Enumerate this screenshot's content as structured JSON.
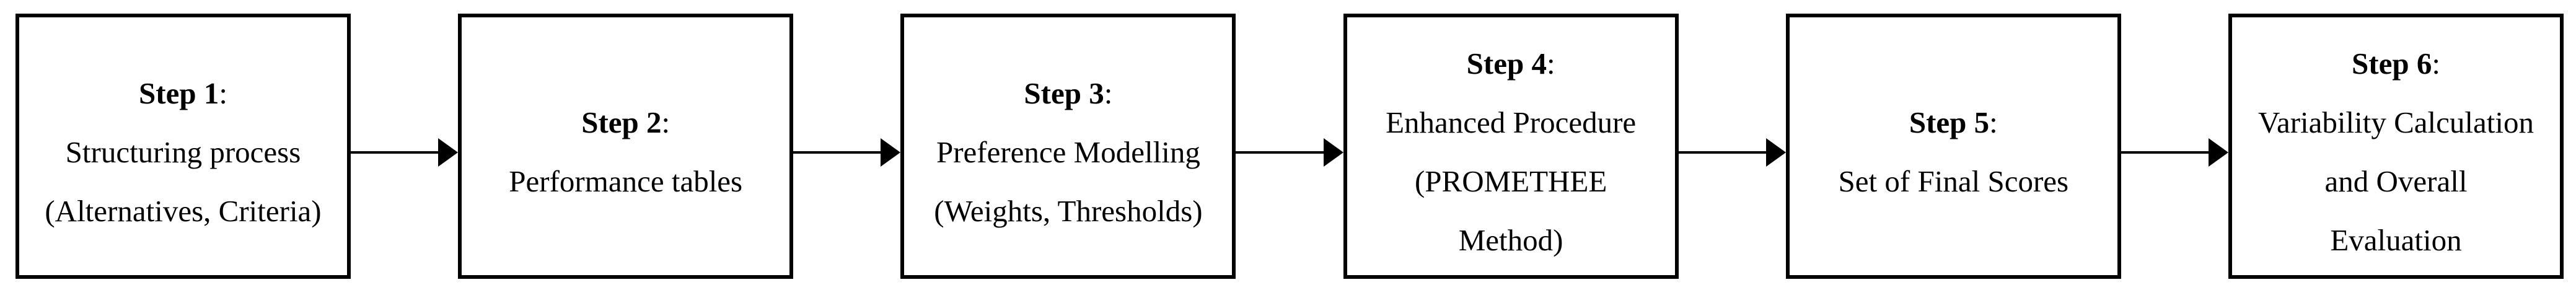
{
  "diagram": {
    "background": "#ffffff",
    "colors": {
      "border": "#000000",
      "fill": "#ffffff",
      "text": "#000000",
      "arrow": "#000000",
      "background": "#ffffff"
    },
    "steps": [
      {
        "title": "Step 1",
        "colon": ":",
        "lines": [
          "Structuring process",
          "(Alternatives, Criteria)"
        ]
      },
      {
        "title": "Step 2",
        "colon": ":",
        "lines": [
          "Performance tables"
        ]
      },
      {
        "title": "Step 3",
        "colon": ":",
        "lines": [
          "Preference Modelling",
          "(Weights, Thresholds)"
        ]
      },
      {
        "title": "Step 4",
        "colon": ":",
        "lines": [
          "Enhanced Procedure",
          "(PROMETHEE",
          "Method)"
        ]
      },
      {
        "title": "Step 5",
        "colon": ":",
        "lines": [
          "Set of Final Scores"
        ]
      },
      {
        "title": "Step 6",
        "colon": ":",
        "lines": [
          "Variability Calculation",
          "and Overall",
          "Evaluation"
        ]
      }
    ]
  }
}
